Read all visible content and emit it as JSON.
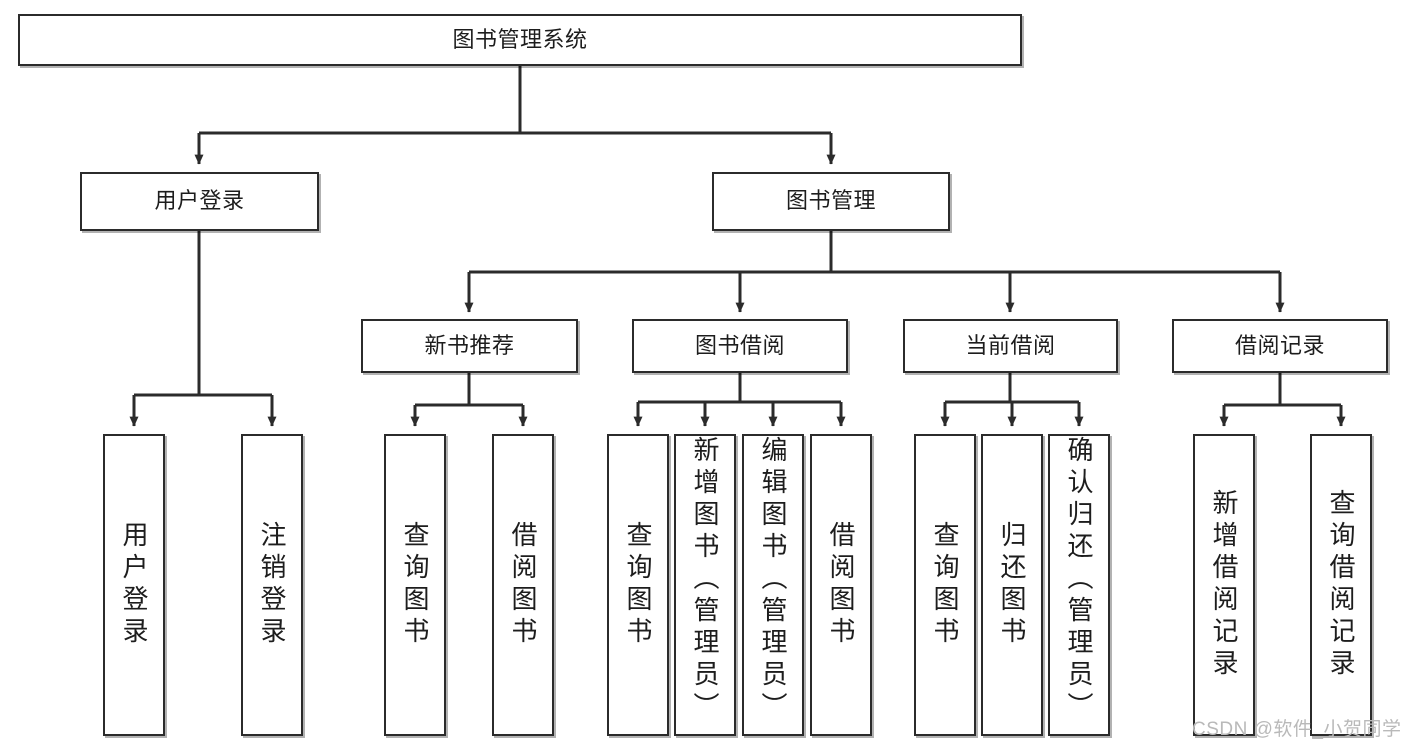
{
  "diagram": {
    "type": "tree",
    "title": "图书管理系统",
    "orientation": "top-down",
    "style": {
      "box_fill": "#ffffff",
      "box_stroke": "#2b2b2b",
      "text_color": "#1d1d1d",
      "connector_color": "#2b2b2b",
      "background": "#ffffff",
      "watermark_color": "#b9b9b9"
    },
    "root": {
      "label": "图书管理系统"
    },
    "level1": [
      {
        "label": "用户登录"
      },
      {
        "label": "图书管理"
      }
    ],
    "level2": [
      {
        "label": "新书推荐"
      },
      {
        "label": "图书借阅"
      },
      {
        "label": "当前借阅"
      },
      {
        "label": "借阅记录"
      }
    ],
    "leaves": {
      "user_login": [
        {
          "label": "用户登录"
        },
        {
          "label": "注销登录"
        }
      ],
      "new_book_recommend": [
        {
          "label": "查询图书"
        },
        {
          "label": "借阅图书"
        }
      ],
      "book_borrow": [
        {
          "label": "查询图书"
        },
        {
          "label": "新增图书（管理员）"
        },
        {
          "label": "编辑图书（管理员）"
        },
        {
          "label": "借阅图书"
        }
      ],
      "current_borrow": [
        {
          "label": "查询图书"
        },
        {
          "label": "归还图书"
        },
        {
          "label": "确认归还（管理员）"
        }
      ],
      "borrow_record": [
        {
          "label": "新增借阅记录"
        },
        {
          "label": "查询借阅记录"
        }
      ]
    }
  },
  "watermark": {
    "text": "CSDN @软件_小贺同学"
  }
}
